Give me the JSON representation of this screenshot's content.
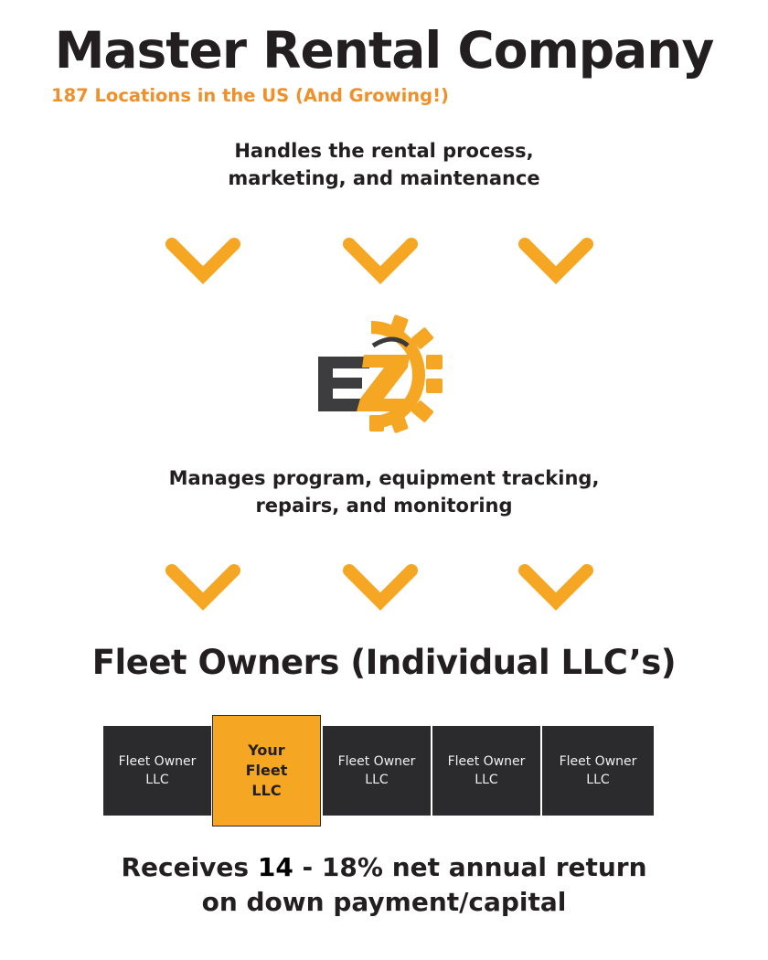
{
  "header": {
    "title": "Master Rental Company",
    "subtitle": "187 Locations in the US (And Growing!)"
  },
  "colors": {
    "accent_orange": "#f5a623",
    "subtitle_orange": "#f0902a",
    "dark_box": "#2b2b2d",
    "text_dark": "#231f20"
  },
  "tier1": {
    "description_line1": "Handles the rental process,",
    "description_line2": "marketing, and maintenance"
  },
  "arrows": {
    "icon": "chevron-down-icon",
    "count_per_row": 3
  },
  "logo": {
    "letters": "EZ",
    "icon": "gear-icon"
  },
  "tier2": {
    "description_line1": "Manages program, equipment tracking,",
    "description_line2": "repairs, and monitoring"
  },
  "fleet": {
    "title": "Fleet Owners (Individual LLC’s)",
    "boxes": [
      {
        "line1": "Fleet Owner",
        "line2": "LLC",
        "line3": ""
      },
      {
        "line1": "Your",
        "line2": "Fleet",
        "line3": "LLC"
      },
      {
        "line1": "Fleet Owner",
        "line2": "LLC",
        "line3": ""
      },
      {
        "line1": "Fleet Owner",
        "line2": "LLC",
        "line3": ""
      },
      {
        "line1": "Fleet Owner",
        "line2": "LLC",
        "line3": ""
      }
    ]
  },
  "footer": {
    "prefix": "Receives ",
    "low": "14",
    "range_rest": " - 18% net annual return",
    "line2": "on down payment/capital"
  }
}
